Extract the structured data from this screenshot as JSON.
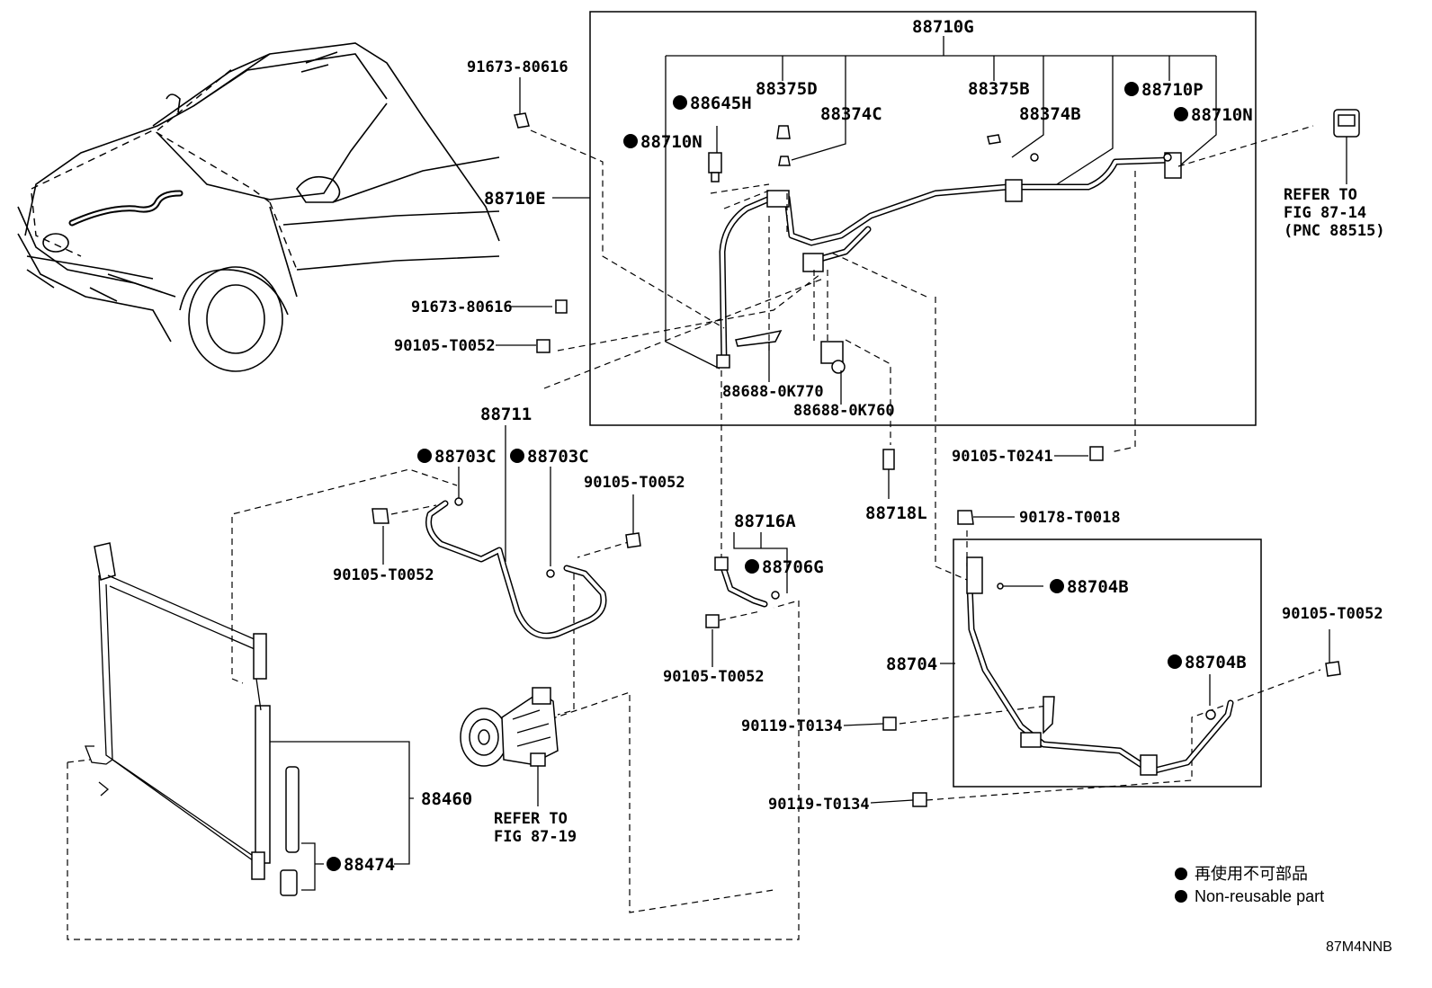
{
  "labels": {
    "p88710G": "88710G",
    "p91673_80616_top": "91673-80616",
    "p88645H": "88645H",
    "p88375D": "88375D",
    "p88374C": "88374C",
    "p88710N_left": "88710N",
    "p88375B": "88375B",
    "p88374B": "88374B",
    "p88710P": "88710P",
    "p88710N_right": "88710N",
    "refer_88515_1": "REFER TO",
    "refer_88515_2": "FIG 87-14",
    "refer_88515_3": "(PNC 88515)",
    "p88710E": "88710E",
    "p91673_80616_mid": "91673-80616",
    "p90105_T0052_a": "90105-T0052",
    "p88688_0K770": "88688-0K770",
    "p88688_0K760": "88688-0K760",
    "p88711": "88711",
    "p88703C_a": "88703C",
    "p88703C_b": "88703C",
    "p90105_T0052_b": "90105-T0052",
    "p90105_T0052_c": "90105-T0052",
    "p90105_T0241": "90105-T0241",
    "p88718L": "88718L",
    "p90178_T0018": "90178-T0018",
    "p88716A": "88716A",
    "p88706G": "88706G",
    "p88704B_a": "88704B",
    "p90105_T0052_d": "90105-T0052",
    "p90105_T0052_e": "90105-T0052",
    "p88704": "88704",
    "p88704B_b": "88704B",
    "p90119_T0134_a": "90119-T0134",
    "p90119_T0134_b": "90119-T0134",
    "p88460": "88460",
    "p88474": "88474",
    "refer_87_19_1": "REFER TO",
    "refer_87_19_2": "FIG 87-19"
  },
  "legend": {
    "chinese": "再使用不可部品",
    "english": "Non-reusable part"
  },
  "figure_code": "87M4NNB"
}
